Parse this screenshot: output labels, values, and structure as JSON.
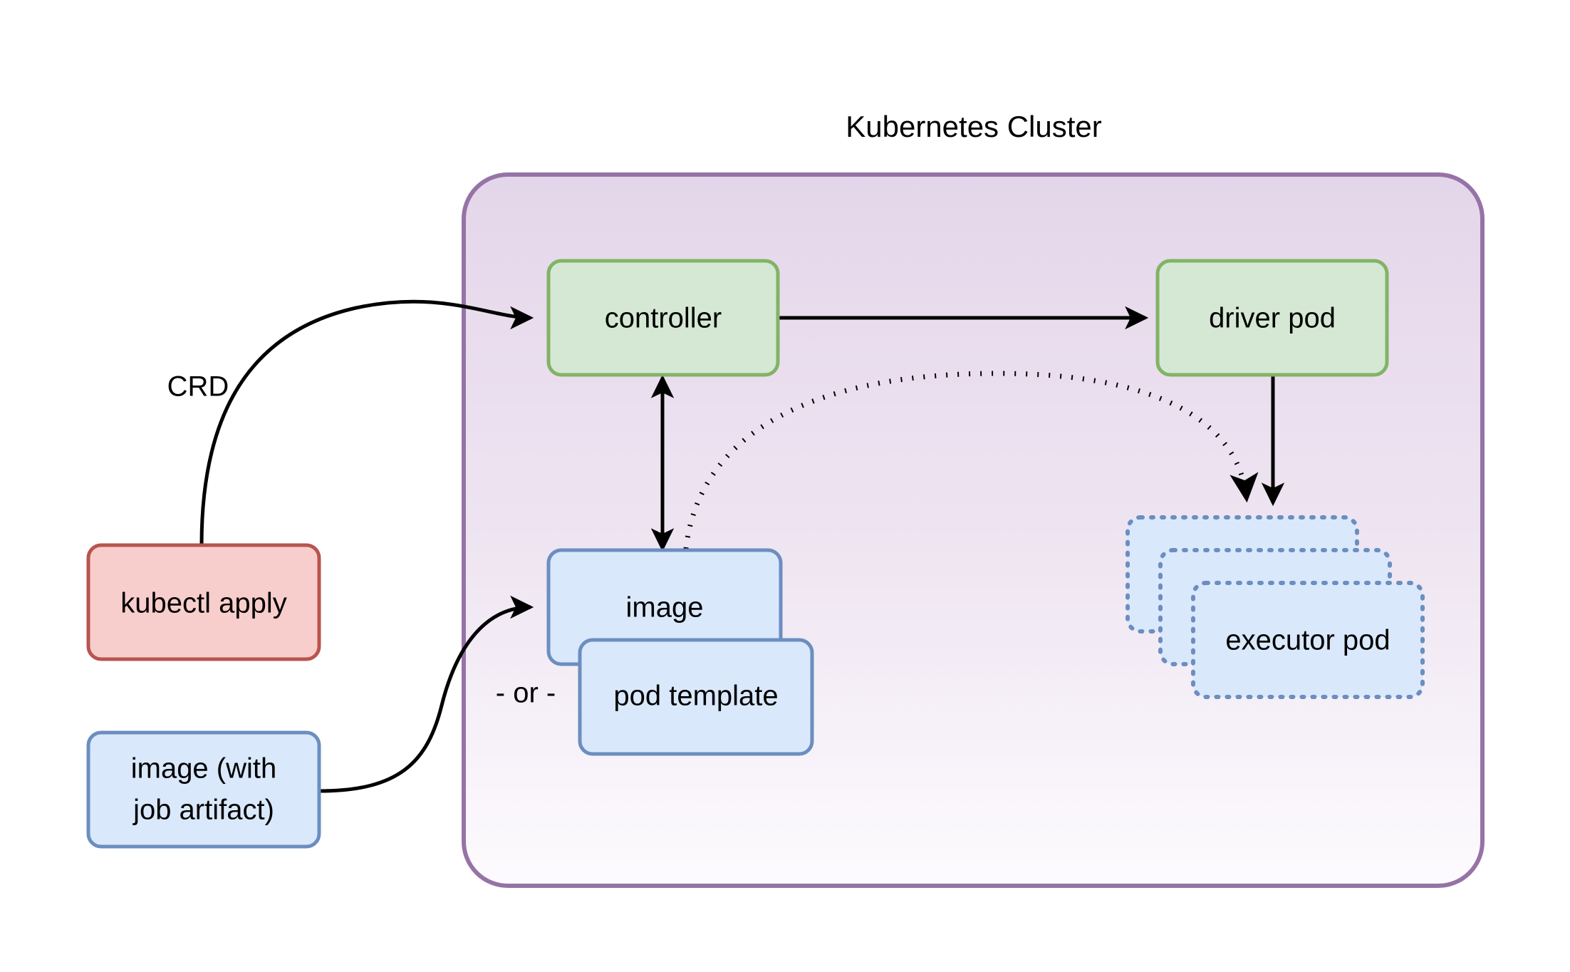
{
  "diagram": {
    "title": "Kubernetes Cluster",
    "cluster": {
      "label": "Kubernetes Cluster",
      "border_color": "#9673a6",
      "fill_top": "#e4d6ea",
      "fill_bottom": "#fdfbfe"
    },
    "palette": {
      "green_fill": "#d5e8d4",
      "green_stroke": "#82b366",
      "blue_fill": "#dae8fc",
      "blue_stroke": "#6c8ebf",
      "red_fill": "#f8cecc",
      "red_stroke": "#b85450",
      "edge_color": "#000000",
      "text_color": "#000000"
    },
    "nodes": [
      {
        "id": "kubectl-apply",
        "label": "kubectl apply",
        "shape": "rounded-rect",
        "style": "red"
      },
      {
        "id": "image-with-job-artifact",
        "label": "image (with\njob artifact)",
        "line1": "image (with",
        "line2": "job artifact)",
        "shape": "rounded-rect",
        "style": "blue"
      },
      {
        "id": "controller",
        "label": "controller",
        "shape": "rounded-rect",
        "style": "green"
      },
      {
        "id": "driver-pod",
        "label": "driver pod",
        "shape": "rounded-rect",
        "style": "green"
      },
      {
        "id": "image",
        "label": "image",
        "shape": "rounded-rect",
        "style": "blue"
      },
      {
        "id": "pod-template",
        "label": "pod template",
        "shape": "rounded-rect",
        "style": "blue"
      },
      {
        "id": "executor-pod-back",
        "label": "executor pod",
        "shape": "rounded-rect-dotted",
        "style": "blue"
      },
      {
        "id": "executor-pod-mid",
        "label": "executor pod",
        "shape": "rounded-rect-dotted",
        "style": "blue"
      },
      {
        "id": "executor-pod-front",
        "label": "executor pod",
        "shape": "rounded-rect-dotted",
        "style": "blue"
      }
    ],
    "edges": [
      {
        "id": "kubectl-to-controller",
        "from": "kubectl-apply",
        "to": "controller",
        "label": "CRD",
        "style": "solid",
        "arrow": "end"
      },
      {
        "id": "image-artifact-to-image",
        "from": "image-with-job-artifact",
        "to": "image",
        "label": "",
        "style": "solid",
        "arrow": "end"
      },
      {
        "id": "controller-to-driver",
        "from": "controller",
        "to": "driver-pod",
        "label": "",
        "style": "solid",
        "arrow": "end"
      },
      {
        "id": "controller-image-bidirectional",
        "from": "controller",
        "to": "image",
        "label": "",
        "style": "solid",
        "arrow": "both"
      },
      {
        "id": "image-to-executor",
        "from": "image",
        "to": "executor-pod-back",
        "label": "",
        "style": "dotted",
        "arrow": "end"
      },
      {
        "id": "driver-to-executor",
        "from": "driver-pod",
        "to": "executor-pod-back",
        "label": "",
        "style": "solid",
        "arrow": "end"
      }
    ],
    "labels": {
      "crd": "CRD",
      "or": "- or -"
    }
  }
}
